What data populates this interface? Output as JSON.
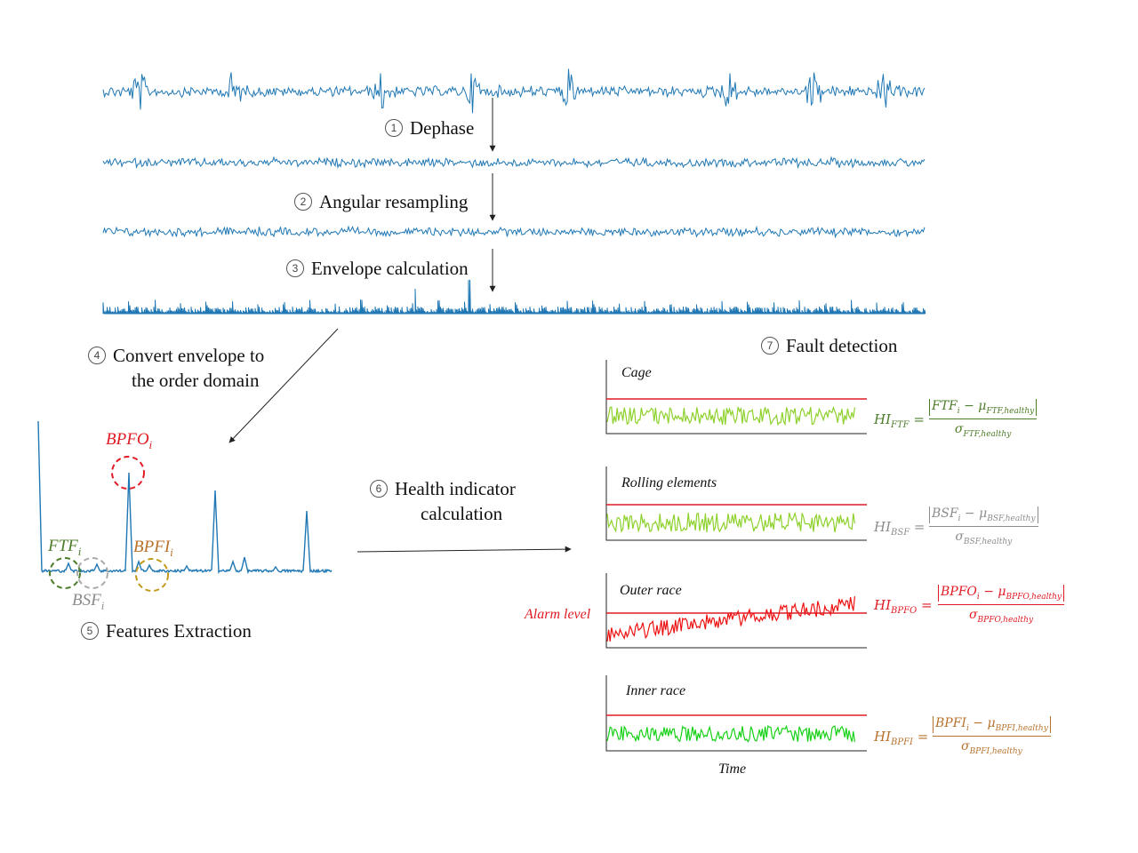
{
  "steps": {
    "s1": {
      "num": "1",
      "label": "Dephase"
    },
    "s2": {
      "num": "2",
      "label": "Angular resampling"
    },
    "s3": {
      "num": "3",
      "label": "Envelope calculation"
    },
    "s4": {
      "num": "4",
      "line1": "Convert envelope to",
      "line2": "the order domain"
    },
    "s5": {
      "num": "5",
      "label": "Features Extraction"
    },
    "s6": {
      "num": "6",
      "line1": "Health indicator",
      "line2": "calculation"
    },
    "s7": {
      "num": "7",
      "label": "Fault detection"
    }
  },
  "features": {
    "bpfo": {
      "base": "BPFO",
      "sub": "i",
      "color": "#e01b24"
    },
    "ftf": {
      "base": "FTF",
      "sub": "i",
      "color": "#4e7d2a"
    },
    "bsf": {
      "base": "BSF",
      "sub": "i",
      "color": "#8c8c8c"
    },
    "bpfi": {
      "base": "BPFI",
      "sub": "i",
      "color": "#b8722c"
    }
  },
  "panels": {
    "cage": {
      "title": "Cage",
      "color": "#8dd12b",
      "trend": "flat"
    },
    "rolling": {
      "title": "Rolling elements",
      "color": "#8dd12b",
      "trend": "flat"
    },
    "outer": {
      "title": "Outer race",
      "color": "#ee1111",
      "trend": "rising"
    },
    "inner": {
      "title": "Inner race",
      "color": "#17d117",
      "trend": "flat"
    }
  },
  "alarm_label": "Alarm level",
  "time_label": "Time",
  "formulas": {
    "ftf": {
      "hi": "HI",
      "hi_sub": "FTF",
      "num": "FTF",
      "num_sub": "i",
      "minus": " − μ",
      "mu_sub": "FTF,healthy",
      "sigma": "σ",
      "sigma_sub": "FTF,healthy",
      "color": "#4e7d2a"
    },
    "bsf": {
      "hi": "HI",
      "hi_sub": "BSF",
      "num": "BSF",
      "num_sub": "i",
      "minus": " − μ",
      "mu_sub": "BSF,healthy",
      "sigma": "σ",
      "sigma_sub": "BSF,healthy",
      "color": "#8c8c8c"
    },
    "bpfo": {
      "hi": "HI",
      "hi_sub": "BPFO",
      "num": "BPFO",
      "num_sub": "i",
      "minus": " − μ",
      "mu_sub": "BPFO,healthy",
      "sigma": "σ",
      "sigma_sub": "BPFO,healthy",
      "color": "#e01b24"
    },
    "bpfi": {
      "hi": "HI",
      "hi_sub": "BPFI",
      "num": "BPFI",
      "num_sub": "i",
      "minus": " − μ",
      "mu_sub": "BPFI,healthy",
      "sigma": "σ",
      "sigma_sub": "BPFI,healthy",
      "color": "#b8722c"
    }
  },
  "colors": {
    "signal": "#1f77b4",
    "alarm": "#e01b24",
    "arrow": "#222222"
  }
}
